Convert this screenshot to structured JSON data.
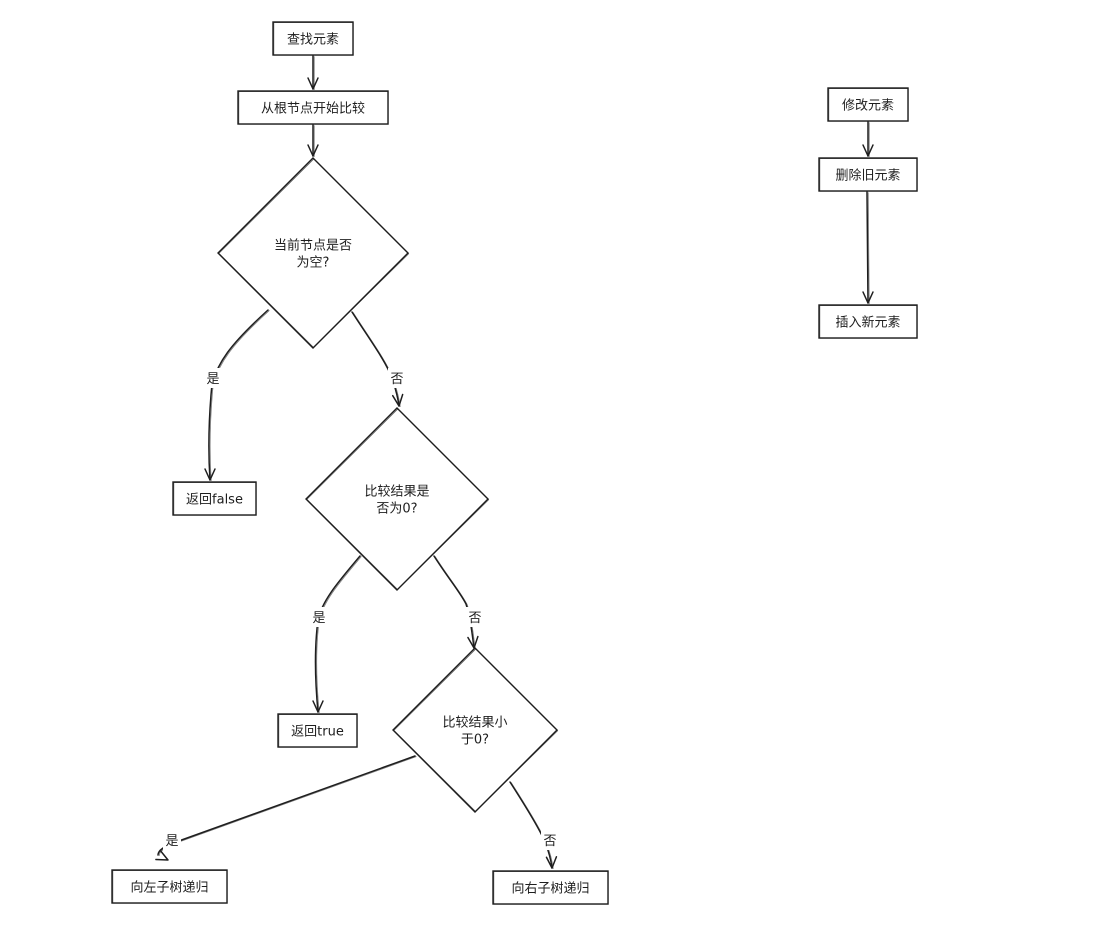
{
  "diagram": {
    "nodes": [
      {
        "id": "find",
        "label": [
          "查找元素"
        ],
        "shape": "rect"
      },
      {
        "id": "root",
        "label": [
          "从根节点开始比较"
        ],
        "shape": "rect"
      },
      {
        "id": "empty",
        "label": [
          "当前节点是否",
          "为空?"
        ],
        "shape": "diamond"
      },
      {
        "id": "retfalse",
        "label": [
          "返回false"
        ],
        "shape": "rect"
      },
      {
        "id": "cmp0",
        "label": [
          "比较结果是",
          "否为0?"
        ],
        "shape": "diamond"
      },
      {
        "id": "rettrue",
        "label": [
          "返回true"
        ],
        "shape": "rect"
      },
      {
        "id": "lt0",
        "label": [
          "比较结果小",
          "于0?"
        ],
        "shape": "diamond"
      },
      {
        "id": "left",
        "label": [
          "向左子树递归"
        ],
        "shape": "rect"
      },
      {
        "id": "right",
        "label": [
          "向右子树递归"
        ],
        "shape": "rect"
      },
      {
        "id": "modify",
        "label": [
          "修改元素"
        ],
        "shape": "rect"
      },
      {
        "id": "delete",
        "label": [
          "删除旧元素"
        ],
        "shape": "rect"
      },
      {
        "id": "insert",
        "label": [
          "插入新元素"
        ],
        "shape": "rect"
      }
    ],
    "edges": [
      {
        "from": "find",
        "to": "root",
        "label": ""
      },
      {
        "from": "root",
        "to": "empty",
        "label": ""
      },
      {
        "from": "empty",
        "to": "retfalse",
        "label": "是"
      },
      {
        "from": "empty",
        "to": "cmp0",
        "label": "否"
      },
      {
        "from": "cmp0",
        "to": "rettrue",
        "label": "是"
      },
      {
        "from": "cmp0",
        "to": "lt0",
        "label": "否"
      },
      {
        "from": "lt0",
        "to": "left",
        "label": "是"
      },
      {
        "from": "lt0",
        "to": "right",
        "label": "否"
      },
      {
        "from": "modify",
        "to": "delete",
        "label": ""
      },
      {
        "from": "delete",
        "to": "insert",
        "label": ""
      }
    ]
  }
}
